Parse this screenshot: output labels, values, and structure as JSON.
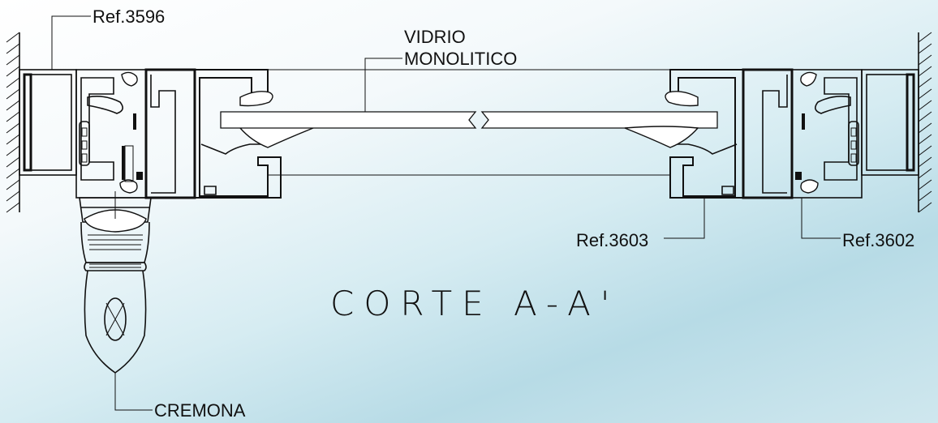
{
  "drawing": {
    "title": "CORTE A-A'",
    "labels": {
      "ref_3596": "Ref.3596",
      "vidrio_line1": "VIDRIO",
      "vidrio_line2": "MONOLITICO",
      "ref_3603": "Ref.3603",
      "ref_3602": "Ref.3602",
      "cremona": "CREMONA"
    }
  },
  "colors": {
    "line": "#111111",
    "background_light": "#ffffff",
    "background_tint": "#b7dbe6"
  }
}
